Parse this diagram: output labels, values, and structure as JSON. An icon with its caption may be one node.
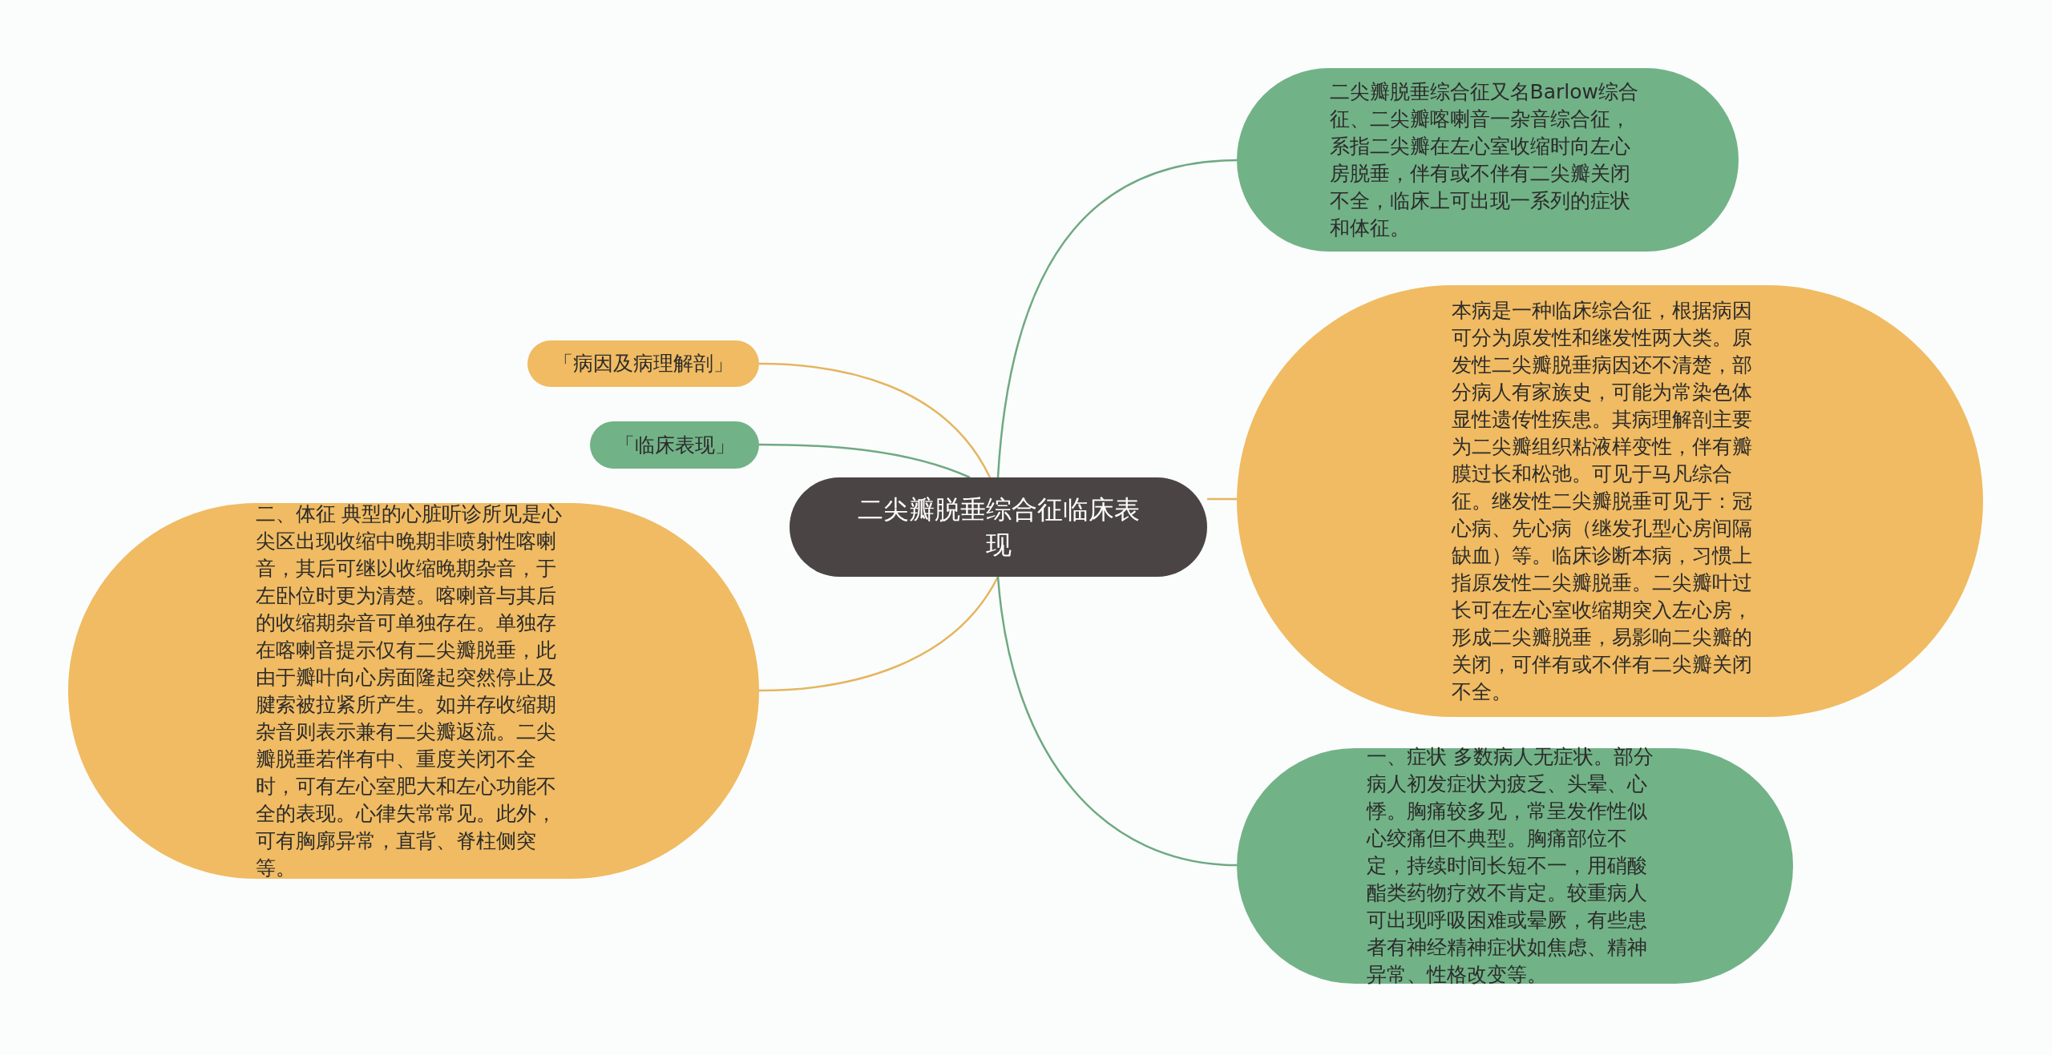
{
  "diagram": {
    "nodes": [
      {
        "text": [
          "二尖瓣脱垂综合征临床表现"
        ]
      },
      {
        "text": [
          "二尖瓣脱垂综合征又名Barlow综合征、二尖瓣喀喇音一杂音综合征，系指二尖瓣在左心室收缩时向左心房脱垂，伴有或不伴有二尖瓣关闭不全，临床上可出现一系列的症状和体征。"
        ]
      },
      {
        "text": [
          "「病因及病理解剖」"
        ]
      },
      {
        "text": [
          "本病是一种临床综合征，根据病因可分为原发性和继发性两大类。原发性二尖瓣脱垂病因还不清楚，部分病人有家族史，可能为常染色体显性遗传性疾患。其病理解剖主要为二尖瓣组织粘液样变性，伴有瓣膜过长和松弛。可见于马凡综合征。继发性二尖瓣脱垂可见于：冠心病、先心病（继发孔型心房间隔缺血）等。临床诊断本病，习惯上指原发性二尖瓣脱垂。二尖瓣叶过长可在左心室收缩期突入左心房，形成二尖瓣脱垂，易影响二尖瓣的关闭，可伴有或不伴有二尖瓣关闭不全。"
        ]
      },
      {
        "text": [
          "「临床表现」"
        ]
      },
      {
        "text": [
          "二、体征 典型的心脏听诊所见是心尖区出现收缩中晚期非喷射性喀喇音，其后可继以收缩晚期杂音，于左卧位时更为清楚。喀喇音与其后的收缩期杂音可单独存在。单独存在喀喇音提示仅有二尖瓣脱垂，此由于瓣叶向心房面隆起突然停止及腱索被拉紧所产生。如并存收缩期杂音则表示兼有二尖瓣返流。二尖瓣脱垂若伴有中、重度关闭不全时，可有左心室肥大和左心功能不全的表现。心律失常常见。此外，可有胸廓异常，直背、脊柱侧突等。"
        ]
      },
      {
        "text": [
          "一、症状 多数病人无症状。部分病人初发症状为疲乏、头晕、心悸。胸痛较多见，常呈发作性似心绞痛但不典型。胸痛部位不定，持续时间长短不一，用硝酸酯类药物疗效不肯定。较重病人可出现呼吸困难或晕厥，有些患者有神经精神症状如焦虑、精神异常、性格改变等。"
        ]
      }
    ],
    "edges": [
      {
        "from": 0,
        "to": 1,
        "arrow": "none",
        "color": "#6fa982"
      },
      {
        "from": 0,
        "to": 2,
        "arrow": "none",
        "color": "#e6b560"
      },
      {
        "from": 0,
        "to": 3,
        "arrow": "none",
        "color": "#e6b560"
      },
      {
        "from": 0,
        "to": 4,
        "arrow": "none",
        "color": "#6fa982"
      },
      {
        "from": 0,
        "to": 5,
        "arrow": "none",
        "color": "#e6b560"
      },
      {
        "from": 0,
        "to": 6,
        "arrow": "none",
        "color": "#6fa982"
      }
    ]
  }
}
